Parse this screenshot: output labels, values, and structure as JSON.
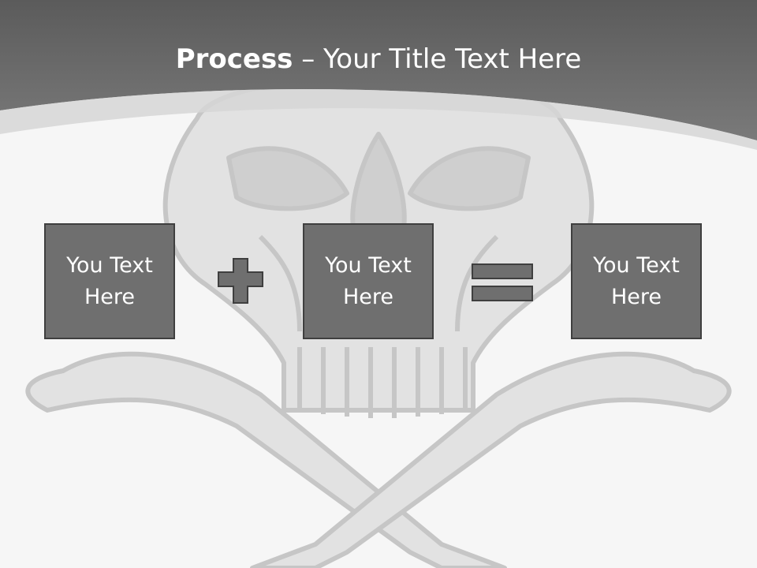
{
  "slide": {
    "title_bold": "Process",
    "title_rest": " – Your Title Text Here",
    "boxes": [
      {
        "text": "You Text Here"
      },
      {
        "text": "You Text Here"
      },
      {
        "text": "You Text Here"
      }
    ]
  },
  "operators": {
    "first": "plus-icon",
    "second": "equals-icon"
  },
  "colors": {
    "background": "#f6f6f6",
    "header": "#6a6a6a",
    "box_fill": "#6f6f6f",
    "box_border": "#3f3f3f",
    "watermark": "#d0d0d0"
  }
}
